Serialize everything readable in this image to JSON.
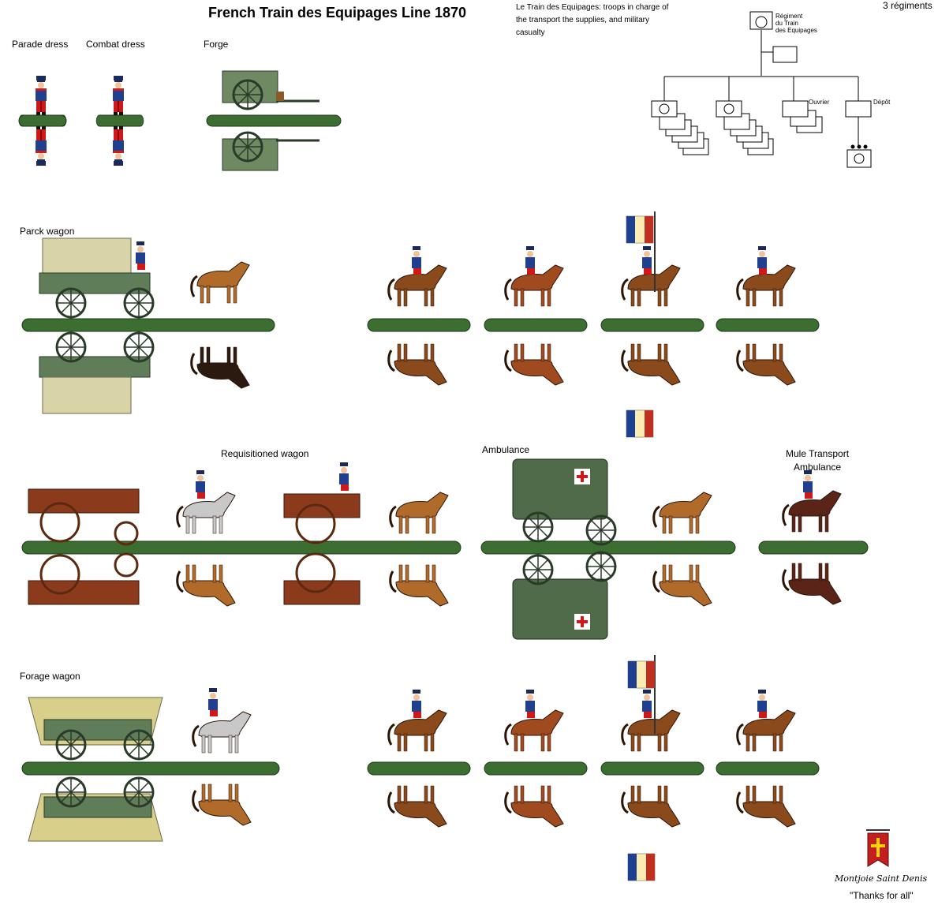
{
  "title": "French Train des Equipages Line 1870",
  "description": "Le Train des Equipages: troops in charge of the transport the supplies, and military casualty",
  "regiment_count": "3 régiments",
  "org_chart": {
    "regiment_label_1": "Régiment",
    "regiment_label_2": "du Train",
    "regiment_label_3": "des Equipages",
    "ouvrier_label": "Ouvrier",
    "depot_label": "Dépôt"
  },
  "labels": {
    "parade_dress": "Parade dress",
    "combat_dress": "Combat dress",
    "forge": "Forge",
    "parck_wagon": "Parck wagon",
    "requisitioned_wagon": "Requisitioned wagon",
    "ambulance": "Ambulance",
    "mule_transport_1": "Mule Transport",
    "mule_transport_2": "Ambulance",
    "forage_wagon": "Forage wagon"
  },
  "signature": {
    "line1": "Montjoie Saint Denis",
    "line2": "\"Thanks for all\""
  },
  "colors": {
    "base_green": "#3c6e32",
    "uniform_blue": "#1f3f8f",
    "trouser_red": "#d01818",
    "horse_brown": "#8a4a1c",
    "horse_chestnut": "#b06a2a",
    "horse_grey": "#c8c8c8",
    "wagon_green": "#5e7d58",
    "wagon_red": "#8b3a1c",
    "canvas": "#d8d4a8",
    "flag_red": "#c03020",
    "banner_red": "#c41e1e",
    "banner_yellow": "#ffd800"
  }
}
